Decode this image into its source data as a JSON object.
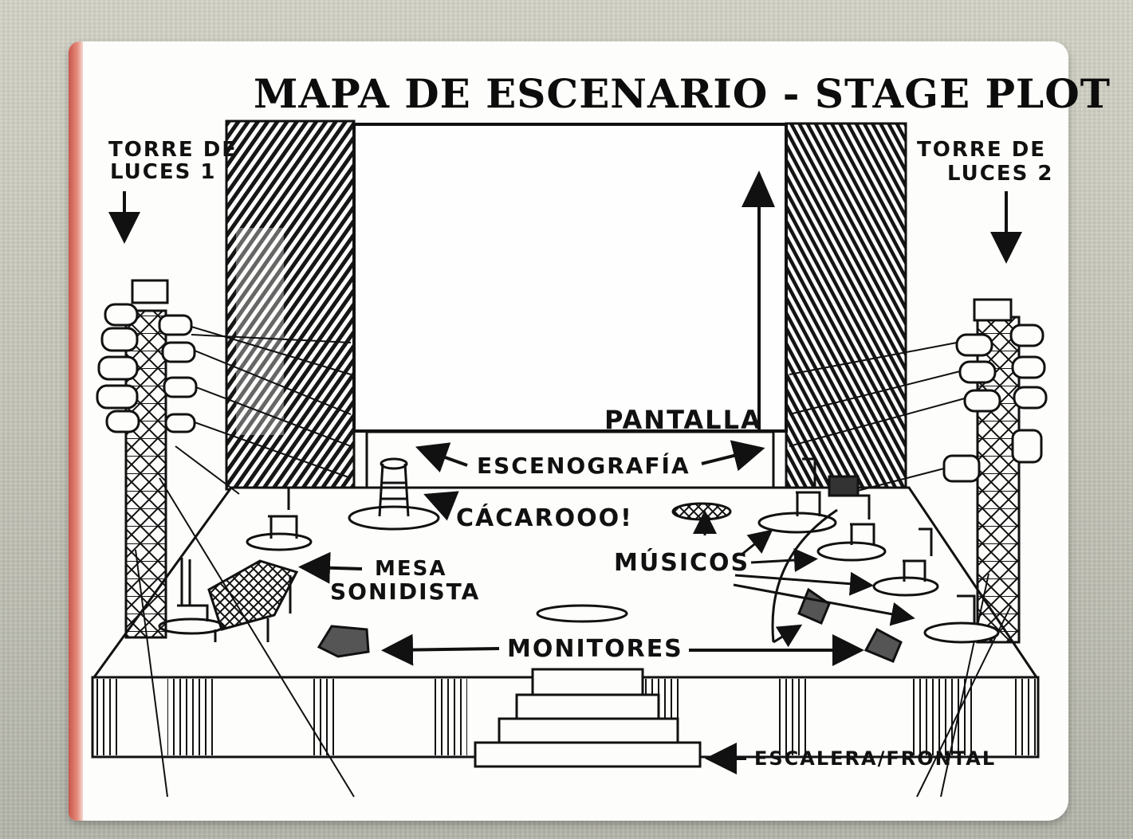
{
  "title": "MAPA DE ESCENARIO - STAGE PLOT",
  "labels": {
    "torre_luces_1_line1": "TORRE DE",
    "torre_luces_1_line2": "LUCES 1",
    "torre_luces_2_line1": "TORRE DE",
    "torre_luces_2_line2": "LUCES 2",
    "pantalla": "PANTALLA",
    "escenografia": "ESCENOGRAFÍA",
    "cacarooo": "CÁCAROOO!",
    "musicos": "MÚSICOS",
    "mesa_sonidista_line1": "MESA",
    "mesa_sonidista_line2": "SONIDISTA",
    "monitores": "MONITORES",
    "escalera_frontal": "ESCALERA/FRONTAL"
  },
  "colors": {
    "ink": "#111111",
    "paper": "#fdfdfb",
    "spine": "#c9564c"
  }
}
